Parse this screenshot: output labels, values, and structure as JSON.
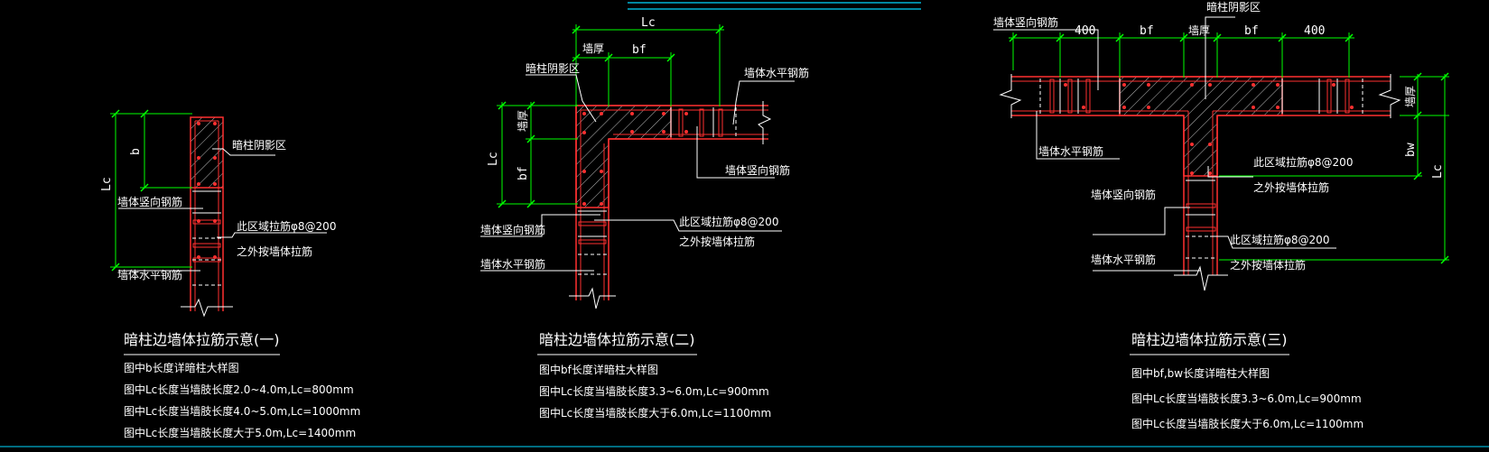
{
  "colors": {
    "background": "#000000",
    "concrete_outline": "#ff3030",
    "dimension": "#00ff00",
    "annotation": "#ffffff",
    "top_border": "#00d8ff"
  },
  "fig1": {
    "title": "暗柱边墙体拉筋示意(一)",
    "notes": [
      "图中b长度详暗柱大样图",
      "图中Lc长度当墙肢长度2.0~4.0m,Lc=800mm",
      "图中Lc长度当墙肢长度4.0~5.0m,Lc=1000mm",
      "图中Lc长度当墙肢长度大于5.0m,Lc=1400mm"
    ],
    "dim_b": "b",
    "dim_lc": "Lc",
    "label_shadow": "暗柱阴影区",
    "label_vertical": "墙体竖向钢筋",
    "label_horizontal": "墙体水平钢筋",
    "label_tie1": "此区域拉筋φ8@200",
    "label_tie2": "之外按墙体拉筋"
  },
  "fig2": {
    "title": "暗柱边墙体拉筋示意(二)",
    "notes": [
      "图中bf长度详暗柱大样图",
      "图中Lc长度当墙肢长度3.3~6.0m,Lc=900mm",
      "图中Lc长度当墙肢长度大于6.0m,Lc=1100mm"
    ],
    "dim_lc_top": "Lc",
    "dim_thick": "墙厚",
    "dim_bf_top": "bf",
    "dim_thick_left": "墙厚",
    "dim_bf_left": "bf",
    "dim_lc_left": "Lc",
    "label_shadow": "暗柱阴影区",
    "label_horizontal_top": "墙体水平钢筋",
    "label_vertical_right": "墙体竖向钢筋",
    "label_tie1": "此区域拉筋φ8@200",
    "label_tie2": "之外按墙体拉筋",
    "label_vertical_left": "墙体竖向钢筋",
    "label_horizontal_left": "墙体水平钢筋"
  },
  "fig3": {
    "title": "暗柱边墙体拉筋示意(三)",
    "notes": [
      "图中bf,bw长度详暗柱大样图",
      "图中Lc长度当墙肢长度3.3~6.0m,Lc=900mm",
      "图中Lc长度当墙肢长度大于6.0m,Lc=1100mm"
    ],
    "dim_400_left": "400",
    "dim_bf_left": "bf",
    "dim_thick": "墙厚",
    "dim_bf_right": "bf",
    "dim_400_right": "400",
    "dim_thick_right": "墙厚",
    "dim_bw": "bw",
    "dim_lc": "Lc",
    "label_shadow": "暗柱阴影区",
    "label_vertical_top": "墙体竖向钢筋",
    "label_horizontal_mid": "墙体水平钢筋",
    "label_tie1_upper": "此区域拉筋φ8@200",
    "label_tie2_upper": "之外按墙体拉筋",
    "label_vertical_mid": "墙体竖向钢筋",
    "label_tie1_lower": "此区域拉筋φ8@200",
    "label_tie2_lower": "之外按墙体拉筋",
    "label_horizontal_low": "墙体水平钢筋"
  }
}
